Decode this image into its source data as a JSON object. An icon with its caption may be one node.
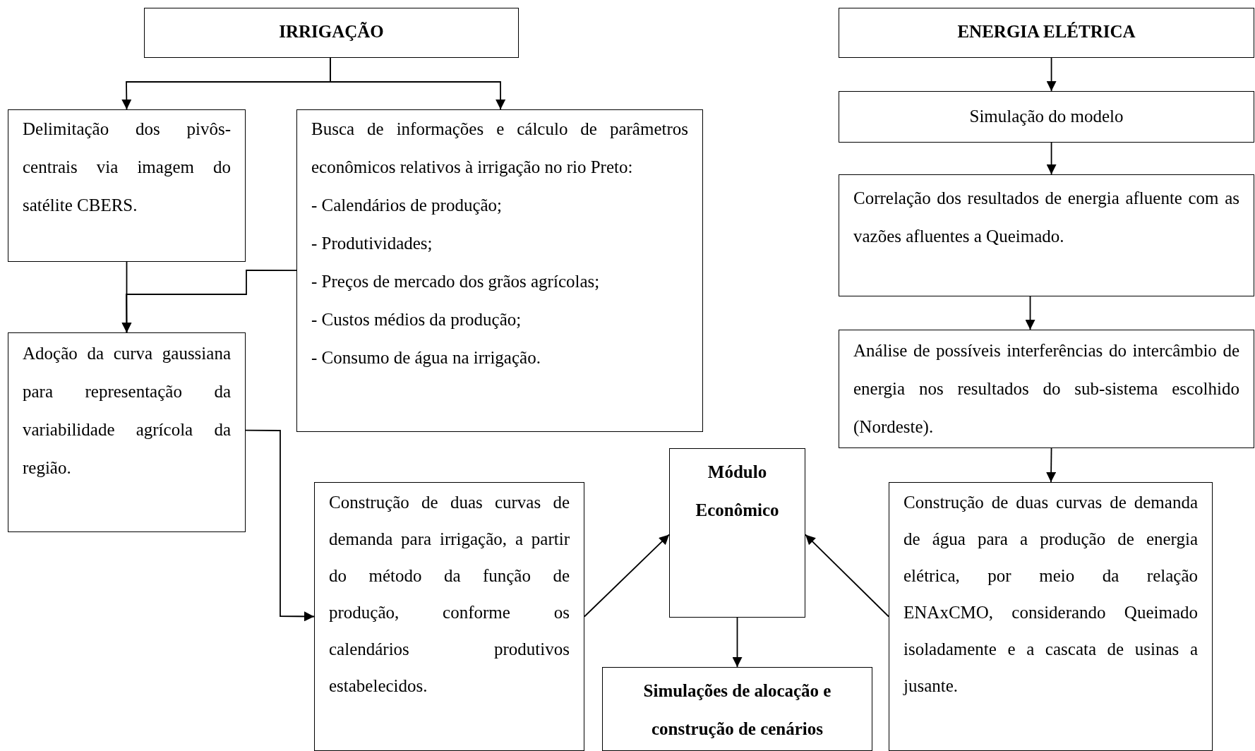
{
  "diagram": {
    "nodes": [
      {
        "text": [
          "IRRIGAÇÃO"
        ]
      },
      {
        "text": [
          "ENERGIA ELÉTRICA"
        ]
      },
      {
        "text": [
          "Delimitação dos pivôs-centrais via imagem do satélite CBERS."
        ]
      },
      {
        "text": [
          "Busca de informações e cálculo de parâmetros econômicos relativos à irrigação no rio Preto:",
          "- Calendários de produção;",
          "- Produtividades;",
          "- Preços de mercado dos grãos agrícolas;",
          "- Custos médios da produção;",
          "- Consumo de água na irrigação."
        ]
      },
      {
        "text": [
          "Simulação do modelo"
        ]
      },
      {
        "text": [
          "Correlação dos resultados de energia afluente com as vazões afluentes a Queimado."
        ]
      },
      {
        "text": [
          "Adoção da curva gaussiana para representação da variabilidade agrícola da região."
        ]
      },
      {
        "text": [
          "Análise de possíveis interferências do intercâmbio de energia nos resultados do sub-sistema escolhido (Nordeste)."
        ]
      },
      {
        "text": [
          "Módulo Econômico"
        ]
      },
      {
        "text": [
          "Construção de duas curvas de demanda para irrigação, a partir do método da função de produção, conforme os calendários produtivos estabelecidos."
        ]
      },
      {
        "text": [
          "Construção de duas curvas de demanda de água para a produção de energia elétrica, por meio da relação ENAxCMO, considerando Queimado isoladamente e a cascata de usinas a jusante."
        ]
      },
      {
        "text": [
          "Simulações de alocação e construção de cenários"
        ]
      }
    ],
    "edges": [
      {
        "from": 0,
        "to": 2,
        "arrow": "to"
      },
      {
        "from": 0,
        "to": 3,
        "arrow": "to"
      },
      {
        "from": 2,
        "to": 6,
        "arrow": "to"
      },
      {
        "from": 3,
        "to": 6,
        "arrow": "to"
      },
      {
        "from": 6,
        "to": 9,
        "arrow": "to"
      },
      {
        "from": 9,
        "to": 8,
        "arrow": "to"
      },
      {
        "from": 10,
        "to": 8,
        "arrow": "to"
      },
      {
        "from": 8,
        "to": 11,
        "arrow": "to"
      },
      {
        "from": 1,
        "to": 4,
        "arrow": "to"
      },
      {
        "from": 4,
        "to": 5,
        "arrow": "to"
      },
      {
        "from": 5,
        "to": 7,
        "arrow": "to"
      },
      {
        "from": 7,
        "to": 10,
        "arrow": "to"
      }
    ]
  }
}
